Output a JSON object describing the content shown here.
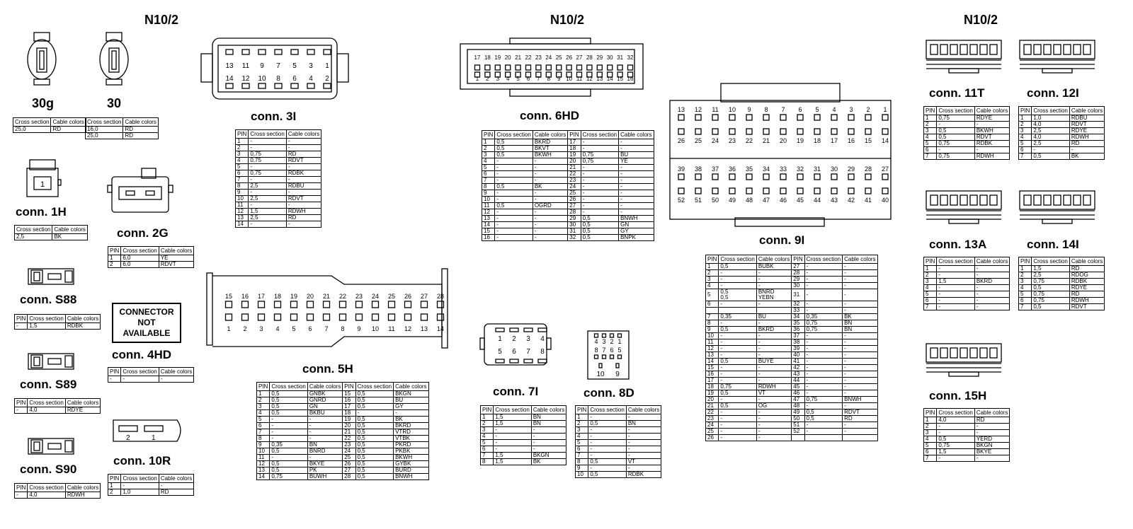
{
  "headers": [
    "N10/2",
    "N10/2",
    "N10/2"
  ],
  "cols": {
    "pin": "PIN",
    "cross": "Cross section",
    "cable": "Cable colors"
  },
  "not_available": "CONNECTOR NOT AVAILABLE",
  "connectors": {
    "c30g": {
      "label": "30g",
      "rows": [
        [
          "25,0",
          "RD"
        ]
      ]
    },
    "c30": {
      "label": "30",
      "rows": [
        [
          "16,0",
          "RD"
        ],
        [
          "25,0",
          "RD"
        ]
      ]
    },
    "c1H": {
      "label": "conn. 1H",
      "pin_label": "1",
      "rows": [
        [
          "2,5",
          "BK"
        ]
      ]
    },
    "cS88": {
      "label": "conn. S88",
      "rows": [
        [
          "-",
          "1,5",
          "RDBK"
        ]
      ]
    },
    "cS89": {
      "label": "conn. S89",
      "rows": [
        [
          "-",
          "4,0",
          "RDYE"
        ]
      ]
    },
    "cS90": {
      "label": "conn. S90",
      "rows": [
        [
          "-",
          "4,0",
          "RDWH"
        ]
      ]
    },
    "c2G": {
      "label": "conn. 2G",
      "rows": [
        [
          "1",
          "6,0",
          "YE"
        ],
        [
          "2",
          "6,0",
          "RDVT"
        ]
      ]
    },
    "c4HD": {
      "label": "conn. 4HD",
      "rows": [
        [
          "-",
          "-",
          "-"
        ]
      ]
    },
    "c10R": {
      "label": "conn. 10R",
      "pins": [
        "2",
        "1"
      ],
      "rows": [
        [
          "1",
          "-",
          "-"
        ],
        [
          "2",
          "1,0",
          "RD"
        ]
      ]
    },
    "c3I": {
      "label": "conn. 3I",
      "top_pins": [
        "13",
        "11",
        "9",
        "7",
        "5",
        "3",
        "1"
      ],
      "bot_pins": [
        "14",
        "12",
        "10",
        "8",
        "6",
        "4",
        "2"
      ],
      "rows": [
        [
          "1",
          "-",
          "-"
        ],
        [
          "2",
          "-",
          "-"
        ],
        [
          "3",
          "0,75",
          "RD"
        ],
        [
          "4",
          "0,75",
          "RDVT"
        ],
        [
          "5",
          "-",
          "-"
        ],
        [
          "6",
          "0,75",
          "RDBK"
        ],
        [
          "7",
          "-",
          "-"
        ],
        [
          "8",
          "2,5",
          "RDBU"
        ],
        [
          "9",
          "-",
          "-"
        ],
        [
          "10",
          "2,5",
          "RDVT"
        ],
        [
          "11",
          "-",
          "-"
        ],
        [
          "12",
          "1,5",
          "RDWH"
        ],
        [
          "13",
          "2,5",
          "RD"
        ],
        [
          "14",
          "-",
          "-"
        ]
      ]
    },
    "c5H": {
      "label": "conn. 5H",
      "top_pins": [
        "15",
        "16",
        "17",
        "18",
        "19",
        "20",
        "21",
        "22",
        "23",
        "24",
        "25",
        "26",
        "27",
        "28"
      ],
      "bot_pins": [
        "1",
        "2",
        "3",
        "4",
        "5",
        "6",
        "7",
        "8",
        "9",
        "10",
        "11",
        "12",
        "13",
        "14"
      ],
      "rows": [
        [
          "1",
          "0,5",
          "GNBK",
          "15",
          "0,5",
          "BKGN"
        ],
        [
          "2",
          "0,5",
          "GNRD",
          "16",
          "0,5",
          "BU"
        ],
        [
          "3",
          "0,5",
          "GN",
          "17",
          "0,5",
          "GY"
        ],
        [
          "4",
          "0,5",
          "BKBU",
          "18",
          "-",
          "-"
        ],
        [
          "5",
          "-",
          "-",
          "19",
          "0,5",
          "BK"
        ],
        [
          "6",
          "-",
          "-",
          "20",
          "0,5",
          "BKRD"
        ],
        [
          "7",
          "-",
          "-",
          "21",
          "0,5",
          "VTRD"
        ],
        [
          "8",
          "-",
          "-",
          "22",
          "0,5",
          "VTBK"
        ],
        [
          "9",
          "0,35",
          "BN",
          "23",
          "0,5",
          "PKRD"
        ],
        [
          "10",
          "0,5",
          "BNRD",
          "24",
          "0,5",
          "PKBK"
        ],
        [
          "11",
          "-",
          "-",
          "25",
          "0,5",
          "BKWH"
        ],
        [
          "12",
          "0,5",
          "BKYE",
          "26",
          "0,5",
          "GYBK"
        ],
        [
          "13",
          "0,5",
          "PK",
          "27",
          "0,5",
          "BURD"
        ],
        [
          "14",
          "0,75",
          "BUWH",
          "28",
          "0,5",
          "BNWH"
        ]
      ]
    },
    "c6HD": {
      "label": "conn. 6HD",
      "top_pins": [
        "17",
        "18",
        "19",
        "20",
        "21",
        "22",
        "23",
        "24",
        "25",
        "26",
        "27",
        "28",
        "29",
        "30",
        "31",
        "32"
      ],
      "bot_pins": [
        "1",
        "2",
        "3",
        "4",
        "5",
        "6",
        "7",
        "8",
        "9",
        "10",
        "11",
        "12",
        "13",
        "14",
        "15",
        "16"
      ],
      "rows": [
        [
          "1",
          "0,5",
          "BKRD",
          "17",
          "-",
          "-"
        ],
        [
          "2",
          "0,5",
          "BKVT",
          "18",
          "-",
          "-"
        ],
        [
          "3",
          "0,5",
          "BKWH",
          "19",
          "0,75",
          "BU"
        ],
        [
          "4",
          "-",
          "-",
          "20",
          "0,75",
          "YE"
        ],
        [
          "5",
          "-",
          "-",
          "21",
          "-",
          "-"
        ],
        [
          "6",
          "-",
          "-",
          "22",
          "-",
          "-"
        ],
        [
          "7",
          "-",
          "-",
          "23",
          "-",
          "-"
        ],
        [
          "8",
          "0,5",
          "BK",
          "24",
          "-",
          "-"
        ],
        [
          "9",
          "-",
          "-",
          "25",
          "-",
          "-"
        ],
        [
          "10",
          "-",
          "-",
          "26",
          "-",
          "-"
        ],
        [
          "11",
          "0,5",
          "OGRD",
          "27",
          "-",
          "-"
        ],
        [
          "12",
          "-",
          "-",
          "28",
          "-",
          "-"
        ],
        [
          "13",
          "-",
          "-",
          "29",
          "0,5",
          "BNWH"
        ],
        [
          "14",
          "-",
          "-",
          "30",
          "0,5",
          "GN"
        ],
        [
          "15",
          "-",
          "-",
          "31",
          "0,5",
          "GY"
        ],
        [
          "16",
          "-",
          "-",
          "32",
          "0,5",
          "BNPK"
        ]
      ]
    },
    "c7I": {
      "label": "conn. 7I",
      "top_pins": [
        "1",
        "2",
        "3",
        "4"
      ],
      "bot_pins": [
        "5",
        "6",
        "7",
        "8"
      ],
      "rows": [
        [
          "1",
          "1,5",
          "BN"
        ],
        [
          "2",
          "1,5",
          "BN"
        ],
        [
          "3",
          "-",
          "-"
        ],
        [
          "4",
          "-",
          "-"
        ],
        [
          "5",
          "-",
          "-"
        ],
        [
          "6",
          "-",
          "-"
        ],
        [
          "7",
          "1,5",
          "BKGN"
        ],
        [
          "8",
          "1,5",
          "BK"
        ]
      ]
    },
    "c8D": {
      "label": "conn. 8D",
      "top_pins": [
        "4",
        "3",
        "2",
        "1"
      ],
      "mid_pins": [
        "8",
        "7",
        "6",
        "5"
      ],
      "bot_pins": [
        "10",
        "9"
      ],
      "rows": [
        [
          "1",
          "-",
          "-"
        ],
        [
          "2",
          "0,5",
          "BN"
        ],
        [
          "3",
          "-",
          "-"
        ],
        [
          "4",
          "-",
          "-"
        ],
        [
          "5",
          "-",
          "-"
        ],
        [
          "6",
          "-",
          "-"
        ],
        [
          "7",
          "-",
          "-"
        ],
        [
          "8",
          "0,5",
          "VT"
        ],
        [
          "9",
          "-",
          "-"
        ],
        [
          "10",
          "0,5",
          "RDBK"
        ]
      ]
    },
    "c9I": {
      "label": "conn. 9I",
      "r1_top": [
        "13",
        "12",
        "11",
        "10",
        "9",
        "8",
        "7",
        "6",
        "5",
        "4",
        "3",
        "2",
        "1"
      ],
      "r1_bot": [
        "26",
        "25",
        "24",
        "23",
        "22",
        "21",
        "20",
        "19",
        "18",
        "17",
        "16",
        "15",
        "14"
      ],
      "r2_top": [
        "39",
        "38",
        "37",
        "36",
        "35",
        "34",
        "33",
        "32",
        "31",
        "30",
        "29",
        "28",
        "27"
      ],
      "r2_bot": [
        "52",
        "51",
        "50",
        "49",
        "48",
        "47",
        "46",
        "45",
        "44",
        "43",
        "42",
        "41",
        "40"
      ],
      "rows": [
        [
          "1",
          "0,5",
          "BUBK",
          "27",
          "-",
          "-"
        ],
        [
          "2",
          "-",
          "-",
          "28",
          "-",
          "-"
        ],
        [
          "3",
          "-",
          "-",
          "29",
          "-",
          "-"
        ],
        [
          "4",
          "-",
          "-",
          "30",
          "-",
          "-"
        ],
        [
          "5",
          "0,5\n0,5",
          "BNRD\nYEBN",
          "31",
          "-",
          "-"
        ],
        [
          "6",
          "-",
          "-",
          "32",
          "-",
          "-"
        ],
        [
          "",
          "",
          "",
          "33",
          "-",
          "-"
        ],
        [
          "7",
          "0,35",
          "BU",
          "34",
          "0,35",
          "BK"
        ],
        [
          "8",
          "-",
          "-",
          "35",
          "0,75",
          "BN"
        ],
        [
          "9",
          "0,5",
          "BKRD",
          "36",
          "0,75",
          "BN"
        ],
        [
          "10",
          "-",
          "-",
          "37",
          "-",
          "-"
        ],
        [
          "11",
          "-",
          "-",
          "38",
          "-",
          "-"
        ],
        [
          "12",
          "-",
          "-",
          "39",
          "-",
          "-"
        ],
        [
          "13",
          "-",
          "-",
          "40",
          "-",
          "-"
        ],
        [
          "14",
          "0,5",
          "BUYE",
          "41",
          "-",
          "-"
        ],
        [
          "15",
          "-",
          "-",
          "42",
          "-",
          "-"
        ],
        [
          "16",
          "-",
          "-",
          "43",
          "-",
          "-"
        ],
        [
          "17",
          "-",
          "-",
          "44",
          "-",
          "-"
        ],
        [
          "18",
          "0,75",
          "RDWH",
          "45",
          "-",
          "-"
        ],
        [
          "19",
          "0,5",
          "VT",
          "46",
          "-",
          "-"
        ],
        [
          "20",
          "-",
          "-",
          "47",
          "0,75",
          "BNWH"
        ],
        [
          "21",
          "0,5",
          "OG",
          "48",
          "-",
          "-"
        ],
        [
          "22",
          "-",
          "-",
          "49",
          "0,5",
          "RDVT"
        ],
        [
          "23",
          "-",
          "-",
          "50",
          "0,5",
          "RD"
        ],
        [
          "24",
          "-",
          "-",
          "51",
          "-",
          "-"
        ],
        [
          "25",
          "-",
          "-",
          "52",
          "-",
          "-"
        ],
        [
          "26",
          "-",
          "-",
          "",
          "",
          ""
        ]
      ]
    },
    "c11T": {
      "label": "conn. 11T",
      "rows": [
        [
          "1",
          "0,75",
          "RDYE"
        ],
        [
          "2",
          "-",
          "-"
        ],
        [
          "3",
          "0,5",
          "BKWH"
        ],
        [
          "4",
          "0,5",
          "RDVT"
        ],
        [
          "5",
          "0,75",
          "RDBK"
        ],
        [
          "6",
          "-",
          "-"
        ],
        [
          "7",
          "0,75",
          "RDWH"
        ]
      ]
    },
    "c12I": {
      "label": "conn. 12I",
      "rows": [
        [
          "1",
          "1,0",
          "RDBU"
        ],
        [
          "2",
          "4,0",
          "RDVT"
        ],
        [
          "3",
          "2,5",
          "RDYE"
        ],
        [
          "4",
          "4,0",
          "RDWH"
        ],
        [
          "5",
          "2,5",
          "RD"
        ],
        [
          "6",
          "-",
          "-"
        ],
        [
          "7",
          "0,5",
          "BK"
        ]
      ]
    },
    "c13A": {
      "label": "conn. 13A",
      "rows": [
        [
          "1",
          "-",
          "-"
        ],
        [
          "2",
          "-",
          "-"
        ],
        [
          "3",
          "1,5",
          "BKRD"
        ],
        [
          "4",
          "-",
          "-"
        ],
        [
          "5",
          "-",
          "-"
        ],
        [
          "6",
          "-",
          "-"
        ],
        [
          "7",
          "-",
          "-"
        ]
      ]
    },
    "c14I": {
      "label": "conn. 14I",
      "rows": [
        [
          "1",
          "1,5",
          "RD"
        ],
        [
          "2",
          "2,5",
          "RDOG"
        ],
        [
          "3",
          "0,75",
          "RDBK"
        ],
        [
          "4",
          "0,5",
          "RDYE"
        ],
        [
          "5",
          "0,75",
          "RD"
        ],
        [
          "6",
          "0,75",
          "RDWH"
        ],
        [
          "7",
          "0,5",
          "RDVT"
        ]
      ]
    },
    "c15H": {
      "label": "conn. 15H",
      "rows": [
        [
          "1",
          "4,0",
          "RD"
        ],
        [
          "2",
          "-",
          "-"
        ],
        [
          "3",
          "-",
          "-"
        ],
        [
          "4",
          "0,5",
          "YERD"
        ],
        [
          "5",
          "0,75",
          "BKGN"
        ],
        [
          "6",
          "1,5",
          "BKYE"
        ],
        [
          "7",
          "-",
          "-"
        ]
      ]
    }
  }
}
